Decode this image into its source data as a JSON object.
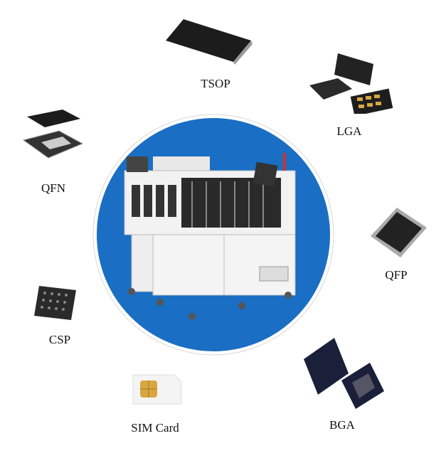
{
  "packages": [
    {
      "id": "tsop",
      "label": "TSOP"
    },
    {
      "id": "lga",
      "label": "LGA"
    },
    {
      "id": "qfn",
      "label": "QFN"
    },
    {
      "id": "qfp",
      "label": "QFP"
    },
    {
      "id": "csp",
      "label": "CSP"
    },
    {
      "id": "sim",
      "label": "SIM Card"
    },
    {
      "id": "bga",
      "label": "BGA"
    }
  ],
  "colors": {
    "circle": "#1a6ec3",
    "ring": "#ffffff",
    "chip": "#1c1c1c",
    "gold": "#d9a640"
  }
}
